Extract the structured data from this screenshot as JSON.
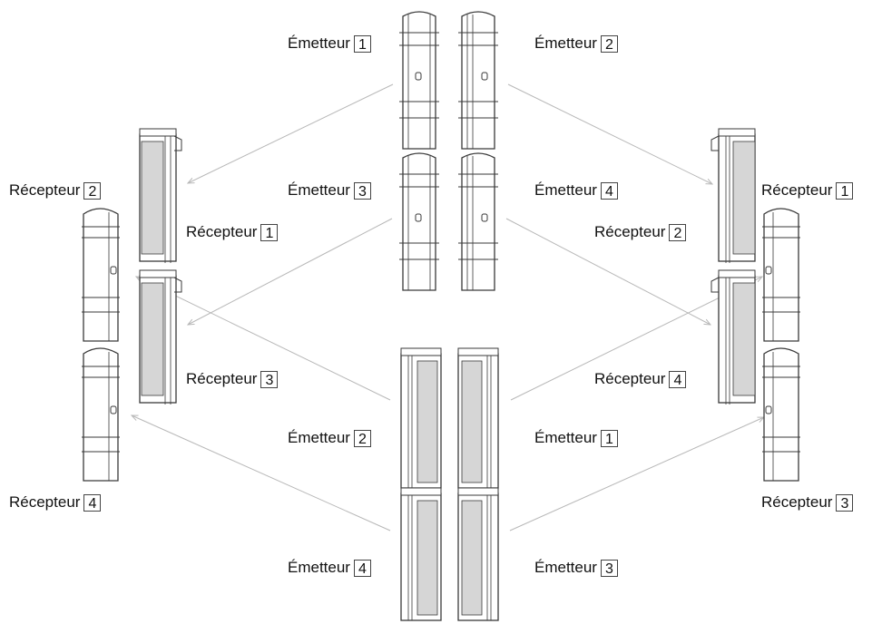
{
  "labels": {
    "l01": {
      "text": "Émetteur",
      "num": "1"
    },
    "l02": {
      "text": "Émetteur",
      "num": "2"
    },
    "l03": {
      "text": "Émetteur",
      "num": "3"
    },
    "l04": {
      "text": "Émetteur",
      "num": "4"
    },
    "l05": {
      "text": "Récepteur",
      "num": "2"
    },
    "l06": {
      "text": "Récepteur",
      "num": "1"
    },
    "l07": {
      "text": "Récepteur",
      "num": "3"
    },
    "l08": {
      "text": "Récepteur",
      "num": "4"
    },
    "l09": {
      "text": "Récepteur",
      "num": "1"
    },
    "l10": {
      "text": "Récepteur",
      "num": "2"
    },
    "l11": {
      "text": "Récepteur",
      "num": "4"
    },
    "l12": {
      "text": "Récepteur",
      "num": "3"
    },
    "l13": {
      "text": "Émetteur",
      "num": "2"
    },
    "l14": {
      "text": "Émetteur",
      "num": "1"
    },
    "l15": {
      "text": "Émetteur",
      "num": "4"
    },
    "l16": {
      "text": "Émetteur",
      "num": "3"
    }
  },
  "colors": {
    "line": "#3a3a3a",
    "beam": "#b8b8b8",
    "lens": "#d6d6d6",
    "body": "#ffffff"
  }
}
